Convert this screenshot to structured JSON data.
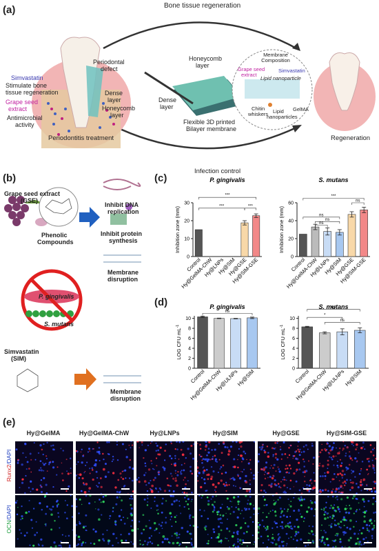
{
  "panel_a": {
    "label": "(a)",
    "title_top": "Bone tissue regeneration",
    "simvastatin": "Simvastatin",
    "stimulate": "Stimulate bone",
    "stimulate2": "tissue regeneration",
    "gse": "Grape seed",
    "gse2": "extract",
    "antimicrobial": "Antimicrobial",
    "antimicrobial2": "activity",
    "periodontal_defect": "Periodontal",
    "periodontal_defect2": "defect",
    "dense_layer": "Dense",
    "dense_layer_b": "layer",
    "honeycomb_layer_left": "Honeycomb",
    "honeycomb_layer_left2": "layer",
    "honeycomb_layer": "Honeycomb",
    "honeycomb_layer2": "layer",
    "dense_layer2": "Dense",
    "dense_layer2b": "layer",
    "membrane_comp": "Membrane",
    "membrane_comp2": "Composition",
    "gse_small": "Grape seed",
    "gse_small2": "extract",
    "sim_small": "Simvastatin",
    "lipid_np": "Lipid nanoparticle",
    "chitin": "Chitin",
    "chitin2": "whiskers",
    "lipid": "Lipid",
    "lipid2": "nanoparticles",
    "gelma": "GelMA",
    "flexible": "Flexible 3D printed",
    "flexible2": "Bilayer membrane",
    "periodontitis": "Periodontitis treatment",
    "regeneration": "Regeneration",
    "colors": {
      "simvastatin": "#3a3ab0",
      "gse": "#c020a0"
    }
  },
  "panel_b": {
    "label": "(b)",
    "gse_title": "Grape seed extract",
    "gse_abbr": "(GSE)",
    "phenolic": "Phenolic",
    "phenolic2": "Compounds",
    "inhibit_dna": "Inhibit DNA",
    "inhibit_dna2": "replication",
    "inhibit_protein": "Inhibit protein",
    "inhibit_protein2": "synthesis",
    "membrane_disruption": "Membrane",
    "membrane_disruption2": "disruption",
    "p_gingivalis": "P. gingivalis",
    "s_mutans": "S. mutans",
    "sim_title": "Simvastatin",
    "sim_abbr": "(SIM)",
    "membrane_disruption_b": "Membrane",
    "membrane_disruption_b2": "disruption"
  },
  "panel_c": {
    "label": "(c)",
    "header": "Infection control"
  },
  "panel_d": {
    "label": "(d)"
  },
  "panel_e": {
    "label": "(e)",
    "columns": [
      "Hy@GelMA",
      "Hy@GelMA-ChW",
      "Hy@LNPs",
      "Hy@SIM",
      "Hy@GSE",
      "Hy@SIM-GSE"
    ],
    "row1_label_a": "Runx2",
    "row1_label_b": "/DAPI",
    "row2_label_a": "OCN",
    "row2_label_b": "/DAPI"
  },
  "chart_data": [
    {
      "type": "bar",
      "title": "P. gingivalis",
      "ylabel": "Inhibition zone (mm)",
      "ylim": [
        0,
        30
      ],
      "yticks": [
        0,
        10,
        20,
        30
      ],
      "categories": [
        "Control",
        "Hy@GelMA-ChW",
        "Hy@LNPs",
        "Hy@SIM",
        "Hy@GSE",
        "Hy@SIM-GSE"
      ],
      "values": [
        15,
        0,
        0,
        0,
        18.8,
        22.8
      ],
      "errors": [
        0,
        0,
        0,
        0,
        1.2,
        1.0
      ],
      "colors": [
        "#555555",
        "#bbbbbb",
        "#c8dcf5",
        "#a8c8f0",
        "#f8d8a8",
        "#f28888"
      ],
      "significance": [
        "***",
        "***",
        "***"
      ]
    },
    {
      "type": "bar",
      "title": "S. mutans",
      "ylabel": "Inhibition zone (mm)",
      "ylim": [
        0,
        60
      ],
      "yticks": [
        0,
        20,
        40,
        60
      ],
      "categories": [
        "Control",
        "Hy@GelMA-ChW",
        "Hy@LNPs",
        "Hy@SIM",
        "Hy@GSE",
        "Hy@SIM-GSE"
      ],
      "values": [
        25,
        33,
        28,
        27,
        47,
        52
      ],
      "errors": [
        0,
        3,
        4,
        3,
        3,
        3
      ],
      "colors": [
        "#555555",
        "#bbbbbb",
        "#c8dcf5",
        "#a8c8f0",
        "#f8d8a8",
        "#f28888"
      ],
      "significance": [
        "***",
        "ns",
        "ns",
        "ns",
        "ns"
      ]
    },
    {
      "type": "bar",
      "title": "P. gingivalis",
      "ylabel": "LOG CFU mL",
      "ylabel_sup": "-1",
      "ylim": [
        0,
        10.5
      ],
      "yticks": [
        0,
        2,
        4,
        6,
        8,
        10
      ],
      "categories": [
        "Control",
        "Hy@GelMA-ChW",
        "Hy@ULNPs",
        "Hy@SIM"
      ],
      "values": [
        10.3,
        10.0,
        9.95,
        10.1
      ],
      "errors": [
        0.15,
        0.05,
        0.05,
        0.15
      ],
      "colors": [
        "#555555",
        "#cccccc",
        "#c8dcf5",
        "#a8c8f0"
      ],
      "significance": [
        "ns"
      ]
    },
    {
      "type": "bar",
      "title": "S. mutans",
      "ylabel": "LOG CFU mL",
      "ylabel_sup": "-1",
      "ylim": [
        0,
        10.5
      ],
      "yticks": [
        0,
        2,
        4,
        6,
        8,
        10
      ],
      "categories": [
        "Control",
        "Hy@GelMA-ChW",
        "Hy@ULNPs",
        "Hy@SIM"
      ],
      "values": [
        8.3,
        7.1,
        7.3,
        7.6
      ],
      "errors": [
        0.1,
        0.2,
        0.6,
        0.5
      ],
      "colors": [
        "#555555",
        "#cccccc",
        "#c8dcf5",
        "#a8c8f0"
      ],
      "significance": [
        "ns",
        "*",
        "ns"
      ]
    }
  ]
}
